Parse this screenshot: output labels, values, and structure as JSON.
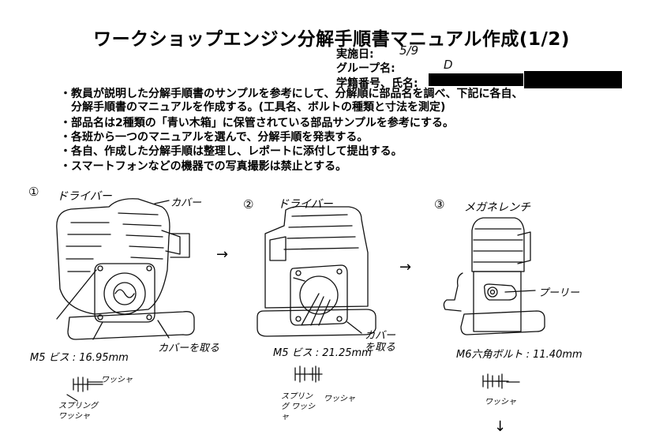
{
  "title": "ワークショップエンジン分解手順書マニュアル作成(1/2)",
  "meta": {
    "date_label": "実施日:",
    "date_value": "5/9",
    "group_label": "グループ名:",
    "group_value": "D",
    "student_label": "学籍番号、氏名:"
  },
  "instructions": [
    "・教員が説明した分解手順書のサンプルを参考にして、分解順に部品名を調べ、下記に各自、",
    "　分解手順書のマニュアルを作成する。(工具名、ボルトの種類と寸法を測定)",
    "・部品名は2種類の「青い木箱」に保管されている部品サンプルを参考にする。",
    "・各班から一つのマニュアルを選んで、分解手順を発表する。",
    "・各自、作成した分解手順は整理し、レポートに添付して提出する。",
    "・スマートフォンなどの機器での写真撮影は禁止とする。"
  ],
  "steps": [
    {
      "number": "①",
      "tool": "ドライバー",
      "part_label": "カバー",
      "action": "カバーを取る",
      "bolt": "M5 ビス : 16.95mm",
      "washer_label": "ワッシャ",
      "spring_label": "スプリング ワッシャ"
    },
    {
      "number": "②",
      "tool": "ドライバー",
      "action": "カバーを取る",
      "bolt": "M5 ビス : 21.25mm",
      "washer_label": "ワッシャ",
      "spring_label": "スプリング ワッシャ"
    },
    {
      "number": "③",
      "tool": "メガネレンチ",
      "part_label": "プーリー",
      "bolt": "M6六角ボルト : 11.40mm",
      "washer_label": "ワッシャ"
    }
  ],
  "arrows": [
    "→",
    "→",
    "↓"
  ]
}
